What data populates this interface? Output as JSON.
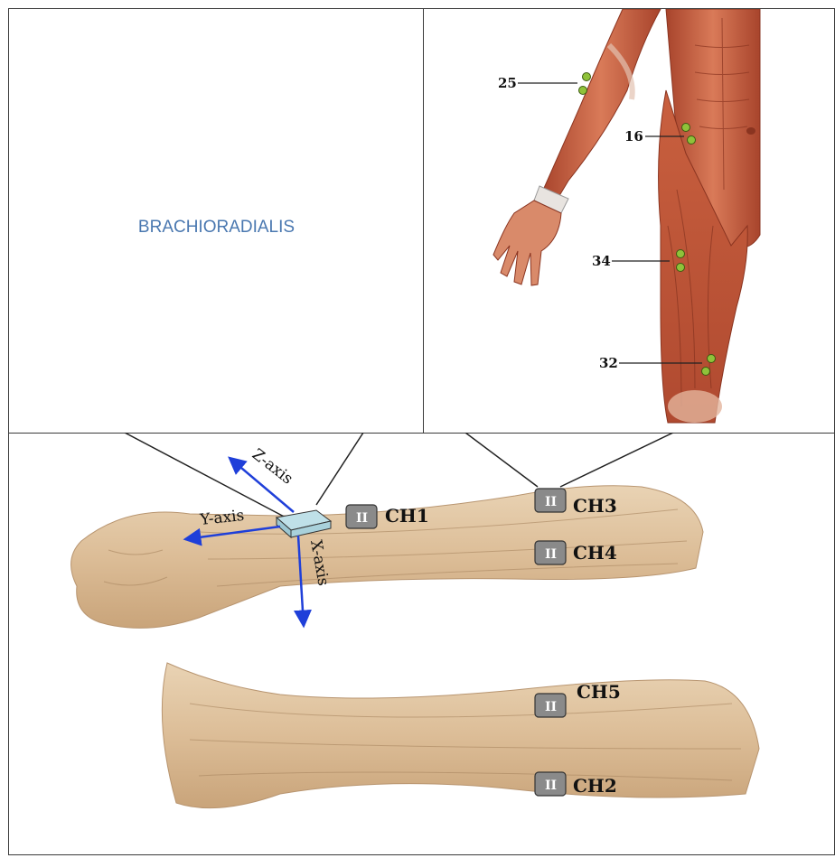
{
  "muscle": {
    "name": "BRACHIORADIALIS",
    "color": "#4a78b0"
  },
  "body_figure": {
    "markers": [
      {
        "label": "25"
      },
      {
        "label": "16"
      },
      {
        "label": "34"
      },
      {
        "label": "32"
      }
    ],
    "marker_color": "#8fc23a"
  },
  "forearm_figure": {
    "axes": {
      "z": "Z-axis",
      "y": "Y-axis",
      "x": "X-axis"
    },
    "axis_color": "#1f3fd9",
    "channels": {
      "ch1": "CH1",
      "ch2": "CH2",
      "ch3": "CH3",
      "ch4": "CH4",
      "ch5": "CH5"
    },
    "electrode_glyph": "II"
  }
}
